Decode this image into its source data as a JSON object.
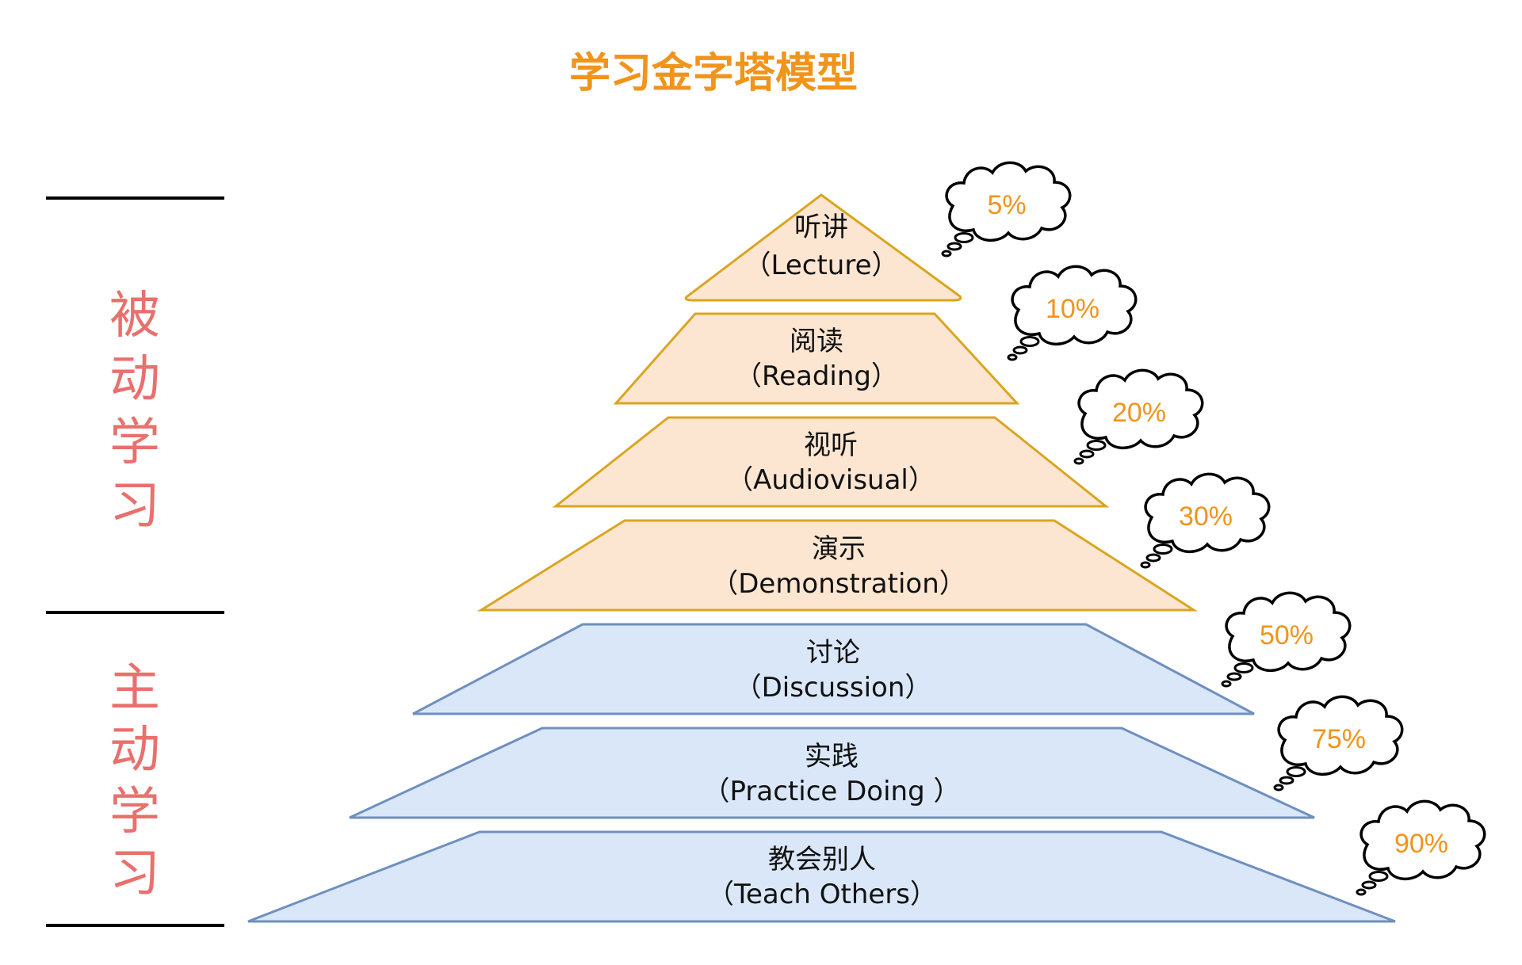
{
  "title": "学习金字塔模型",
  "groups": [
    {
      "chars": [
        "被",
        "动",
        "学",
        "习"
      ]
    },
    {
      "chars": [
        "主",
        "动",
        "学",
        "习"
      ]
    }
  ],
  "layers": [
    {
      "cn": "听讲",
      "en": "（Lecture）",
      "percent": "5%",
      "fill": "#FCE6D2",
      "stroke": "#DAA520"
    },
    {
      "cn": "阅读",
      "en": "（Reading）",
      "percent": "10%",
      "fill": "#FCE6D2",
      "stroke": "#DAA520"
    },
    {
      "cn": "视听",
      "en": "（Audiovisual）",
      "percent": "20%",
      "fill": "#FCE6D2",
      "stroke": "#DAA520"
    },
    {
      "cn": "演示",
      "en": "（Demonstration）",
      "percent": "30%",
      "fill": "#FCE6D2",
      "stroke": "#DAA520"
    },
    {
      "cn": "讨论",
      "en": "（Discussion）",
      "percent": "50%",
      "fill": "#D9E7F8",
      "stroke": "#6F8FBF"
    },
    {
      "cn": "实践",
      "en": "（Practice Doing ）",
      "percent": "75%",
      "fill": "#D9E7F8",
      "stroke": "#6F8FBF"
    },
    {
      "cn": "教会别人",
      "en": "（Teach Others）",
      "percent": "90%",
      "fill": "#D9E7F8",
      "stroke": "#6F8FBF"
    }
  ],
  "colors": {
    "title": "#F0941C",
    "group_label": "#E9706D",
    "percent": "#F0941C",
    "divider": "#000000"
  }
}
